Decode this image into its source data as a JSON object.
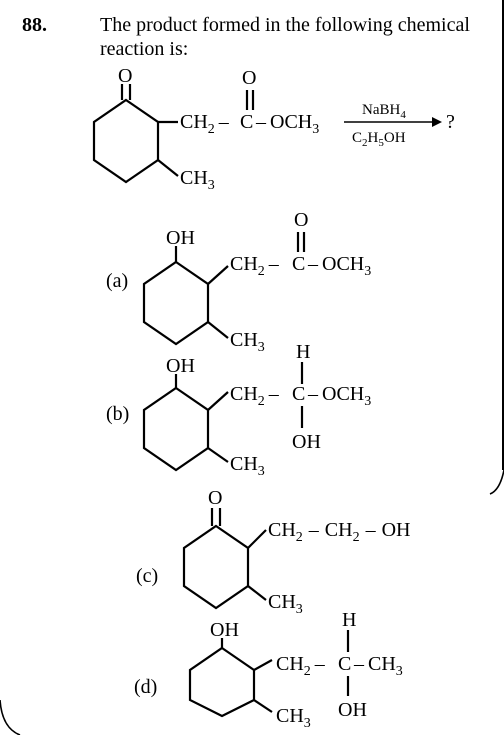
{
  "question": {
    "number": "88.",
    "text": "The product formed in the following chemical reaction is:"
  },
  "reaction": {
    "reagent_top": "NaBH",
    "reagent_top_sub": "4",
    "reagent_bottom": "C",
    "reagent_bottom_sub1": "2",
    "reagent_bottom_mid": "H",
    "reagent_bottom_sub2": "5",
    "reagent_bottom_end": "OH",
    "product": "?"
  },
  "labels": {
    "O": "O",
    "OH": "OH",
    "H": "H",
    "CH2": "CH",
    "sub2": "2",
    "CH3": "CH",
    "sub3": "3",
    "C": "C",
    "OCH3": "OCH",
    "dash": "–"
  },
  "options": [
    {
      "label": "(a)"
    },
    {
      "label": "(b)"
    },
    {
      "label": "(c)"
    },
    {
      "label": "(d)"
    }
  ]
}
